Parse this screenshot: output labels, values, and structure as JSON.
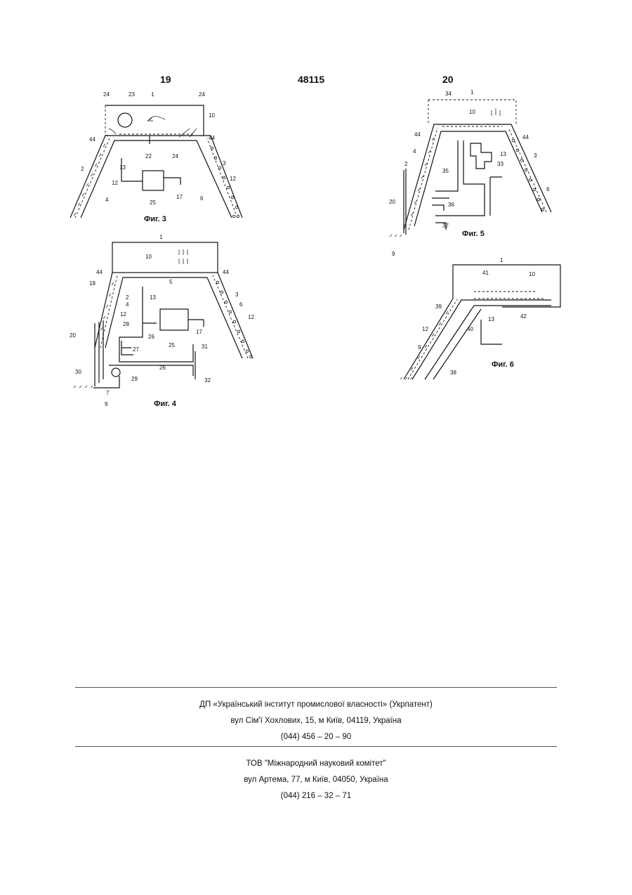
{
  "header": {
    "page_left": "19",
    "patent_number": "48115",
    "page_right": "20"
  },
  "figures": {
    "fig3": {
      "caption": "Фиг. 3",
      "labels": {
        "l1": "1",
        "l23": "23",
        "l24a": "24",
        "l24b": "24",
        "l24c": "24",
        "l10": "10",
        "l44a": "44",
        "l44b": "44",
        "l22": "22",
        "l2": "2",
        "l13": "13",
        "l3": "3",
        "l12a": "12",
        "l12b": "12",
        "l25": "25",
        "l17": "17",
        "l6": "6",
        "l4": "4"
      }
    },
    "fig4": {
      "caption": "Фиг. 4",
      "labels": {
        "l1": "1",
        "l10": "10",
        "l5": "5",
        "l44a": "44",
        "l44b": "44",
        "l18": "18",
        "l2": "2",
        "l4": "4",
        "l13": "13",
        "l3": "3",
        "l6": "6",
        "l12a": "12",
        "l12b": "12",
        "l28": "28",
        "l20": "20",
        "l25": "25",
        "l17": "17",
        "l26a": "26",
        "l27": "27",
        "l31": "31",
        "l30": "30",
        "l26b": "26",
        "l29": "29",
        "l32": "32",
        "l7": "7",
        "l9": "9"
      }
    },
    "fig5": {
      "caption": "Фиг. 5",
      "labels": {
        "l1": "1",
        "l34": "34",
        "l10": "10",
        "l44a": "44",
        "l44b": "44",
        "l4": "4",
        "l2": "2",
        "l13": "13",
        "l33": "33",
        "l3": "3",
        "l35": "35",
        "l6": "6",
        "l20": "20",
        "l36": "36",
        "l37": "37",
        "l9": "9"
      }
    },
    "fig6": {
      "caption": "Фиг. 6",
      "labels": {
        "l1": "1",
        "l41": "41",
        "l10": "10",
        "l42": "42",
        "l39": "39",
        "l13": "13",
        "l12": "12",
        "l40": "40",
        "l9": "9",
        "l38": "38"
      }
    }
  },
  "footer": {
    "org1": {
      "name": "ДП «Український інститут промислової власності» (Укрпатент)",
      "address": "вул  Сім'ї Хохлових, 15, м  Київ, 04119, Україна",
      "phone": "(044) 456 – 20 –  90"
    },
    "org2": {
      "name": "ТОВ \"Міжнародний науковий комітет\"",
      "address": "вул  Артема, 77, м  Київ, 04050, Україна",
      "phone": "(044) 216 – 32 – 71"
    }
  }
}
